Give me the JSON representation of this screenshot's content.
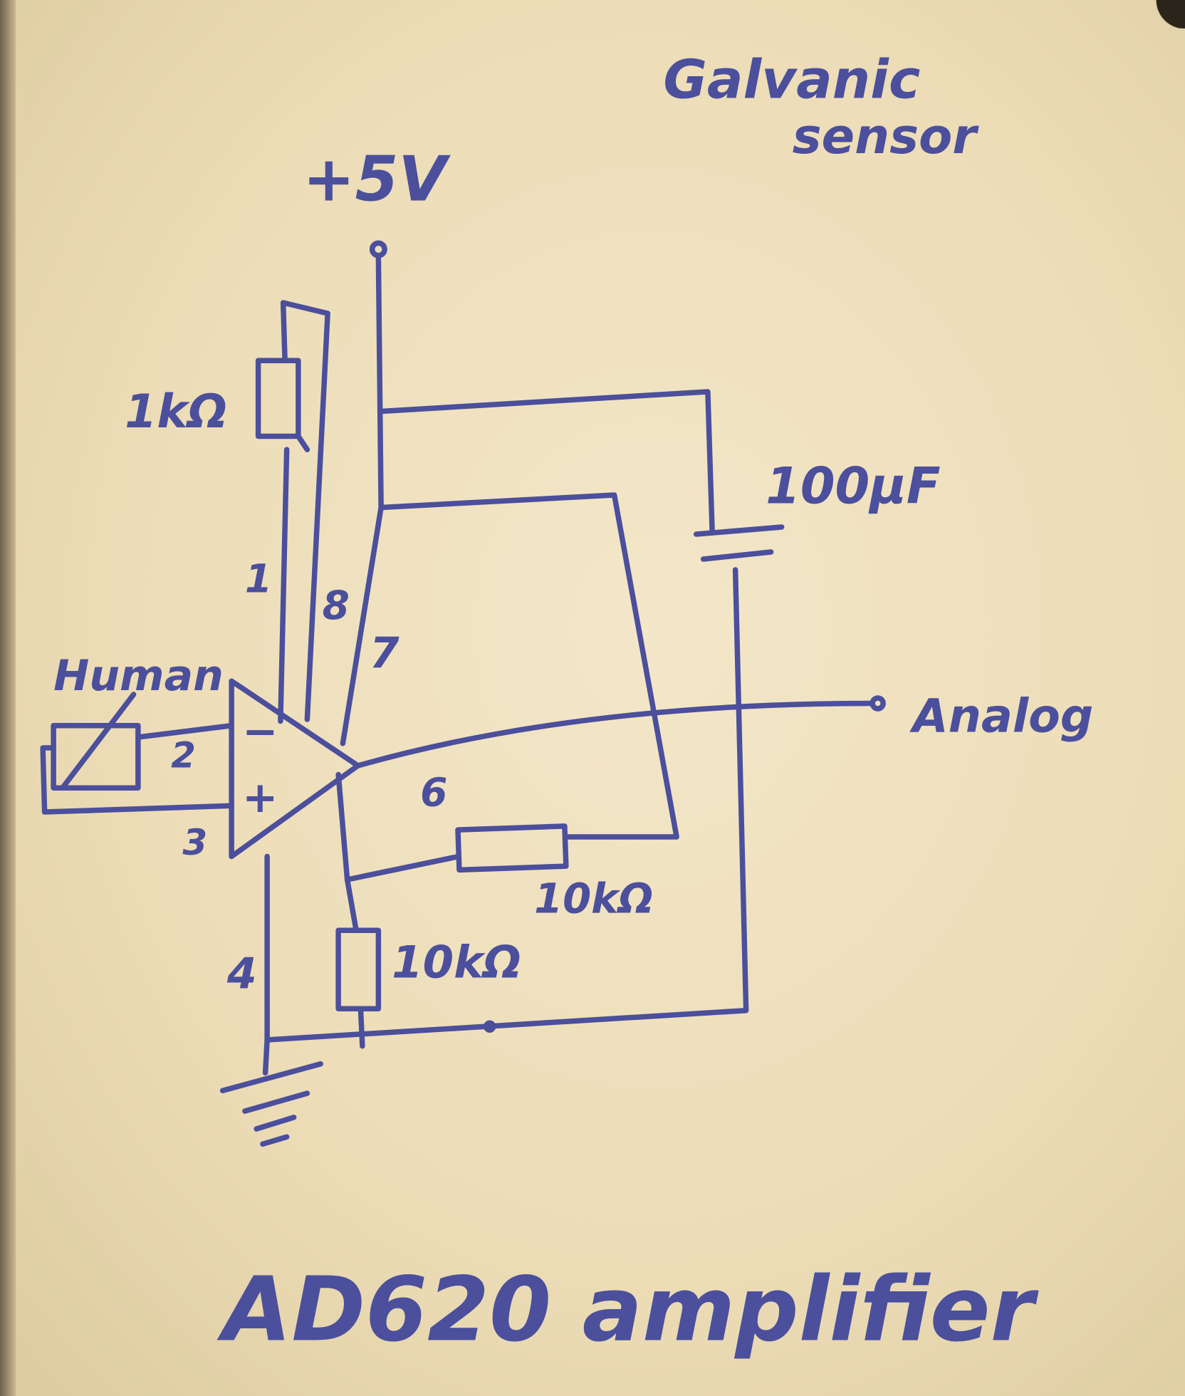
{
  "title": {
    "line1": "Galvanic",
    "line2": "sensor"
  },
  "supply_label": "+5V",
  "components": {
    "gain_pot": "1kΩ",
    "capacitor": "100µF",
    "sensor": "Human",
    "feedback_resistor": "10kΩ",
    "ground_resistor": "10kΩ"
  },
  "pins": {
    "p1": "1",
    "p8": "8",
    "p7": "7",
    "p2": "2",
    "p3": "3",
    "p6": "6",
    "p4": "4"
  },
  "opamp": {
    "minus": "−",
    "plus": "+"
  },
  "output_label": "Analog",
  "caption": "AD620 amplifier",
  "colors": {
    "ink": "#4b4f9c",
    "paper": "#efe3c4"
  }
}
